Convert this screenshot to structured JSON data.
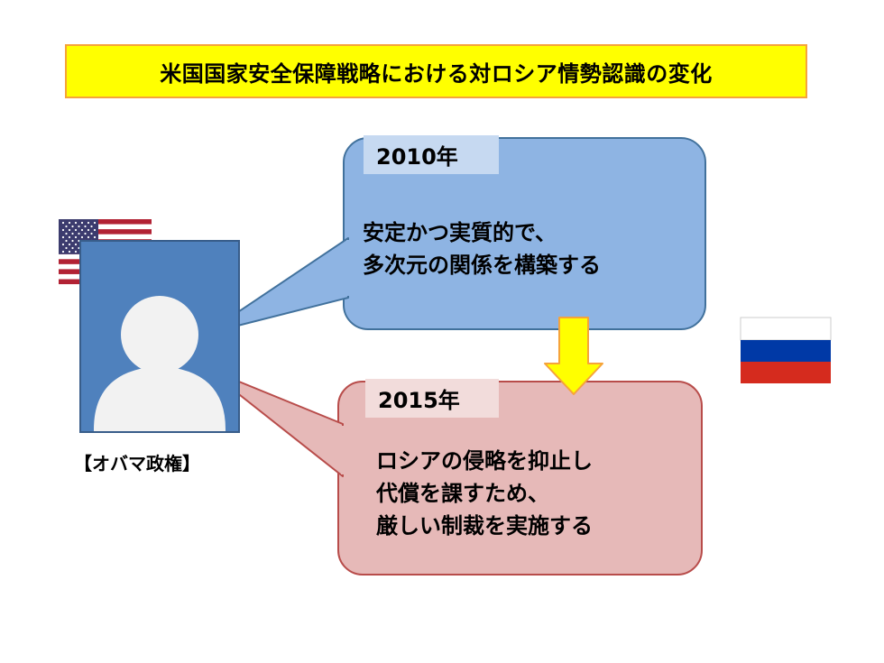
{
  "title": "米国国家安全保障戦略における対ロシア情勢認識の変化",
  "statement_2010": {
    "year": "2010年",
    "lines": [
      "安定かつ実質的で、",
      "多次元の関係を構築する"
    ]
  },
  "statement_2015": {
    "year": "2015年",
    "lines": [
      "ロシアの侵略を抑止し",
      "代償を課すため、",
      "厳しい制裁を実施する"
    ]
  },
  "portrait_caption": "【オバマ政権】",
  "colors": {
    "title_bg": "#ffff00",
    "title_border": "#f6a33a",
    "bubble_2010": "#8eb4e3",
    "bubble_2015": "#e6b9b8",
    "arrow": "#ffff00"
  },
  "icons": [
    "us-flag-icon",
    "russia-flag-icon",
    "person-silhouette-icon",
    "down-arrow-icon"
  ]
}
